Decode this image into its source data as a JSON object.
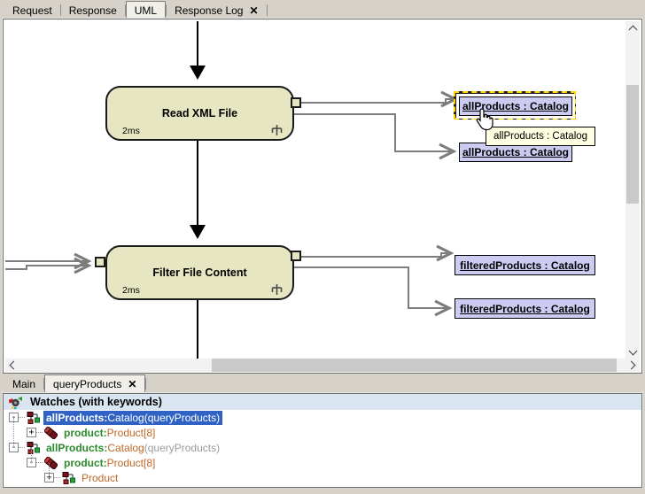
{
  "top_tabs": {
    "request": "Request",
    "response": "Response",
    "uml": "UML",
    "response_log": "Response Log",
    "close_glyph": "✕"
  },
  "diagram": {
    "activities": [
      {
        "name": "Read XML File",
        "duration": "2ms"
      },
      {
        "name": "Filter File Content",
        "duration": "2ms"
      }
    ],
    "labels": {
      "l1": "allProducts : Catalog",
      "l2": "allProducts : Catalog",
      "l3": "filteredProducts : Catalog",
      "l4": "filteredProducts : Catalog"
    },
    "tooltip": "allProducts : Catalog"
  },
  "bottom_tabs": {
    "main": "Main",
    "query_products": "queryProducts",
    "close_glyph": "✕"
  },
  "watches": {
    "title": "Watches (with keywords)",
    "rows": [
      {
        "toggle": "-",
        "name": "allProducts:",
        "type": " Catalog",
        "extra": "(queryProducts)"
      },
      {
        "toggle": "+",
        "name": "product:",
        "type": " Product[8]",
        "extra": ""
      },
      {
        "toggle": "-",
        "name": "allProducts:",
        "type": " Catalog",
        "extra": "(queryProducts)"
      },
      {
        "toggle": "-",
        "name": "product:",
        "type": " Product[8]",
        "extra": ""
      },
      {
        "toggle": "+",
        "name": "",
        "type": "Product",
        "extra": ""
      }
    ]
  },
  "colors": {
    "activity_fill": "#e7e6c2",
    "object_label_fill": "#ccccf2",
    "selection_dash": "#ffd400",
    "tooltip_bg": "#ffffe1",
    "tree_selection_bg": "#2f62c4",
    "tree_name_green": "#2c8a2c",
    "tree_type_orange": "#c2672a",
    "tree_extra_gray": "#9a9a9a",
    "connector_gray": "#7d7d7d"
  }
}
